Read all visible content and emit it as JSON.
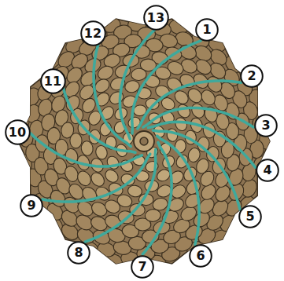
{
  "diagram": {
    "nodes": [
      {
        "text": [
          "1"
        ]
      },
      {
        "text": [
          "2"
        ]
      },
      {
        "text": [
          "3"
        ]
      },
      {
        "text": [
          "4"
        ]
      },
      {
        "text": [
          "5"
        ]
      },
      {
        "text": [
          "6"
        ]
      },
      {
        "text": [
          "7"
        ]
      },
      {
        "text": [
          "8"
        ]
      },
      {
        "text": [
          "9"
        ]
      },
      {
        "text": [
          "10"
        ]
      },
      {
        "text": [
          "11"
        ]
      },
      {
        "text": [
          "12"
        ]
      },
      {
        "text": [
          "13"
        ]
      }
    ]
  }
}
